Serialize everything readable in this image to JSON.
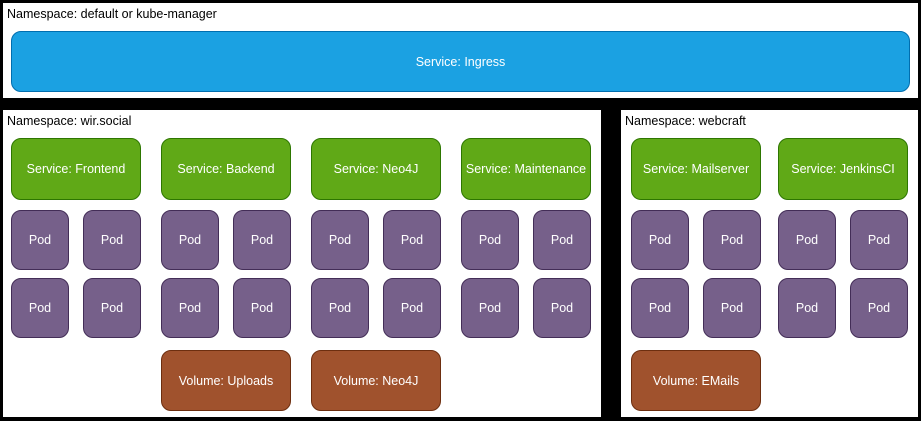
{
  "colors": {
    "canvas_bg": "#000000",
    "section_bg": "#ffffff",
    "label_text": "#000000",
    "box_text": "#ffffff",
    "ingress_fill": "#1BA1E2",
    "ingress_stroke": "#006EAF",
    "service_fill": "#60A917",
    "service_stroke": "#2D7600",
    "pod_fill": "#76608A",
    "pod_stroke": "#432D57",
    "volume_fill": "#A0522D",
    "volume_stroke": "#6D2E0F"
  },
  "sections": {
    "top": {
      "label": "Namespace: default or kube-manager",
      "ingress": {
        "label": "Service: Ingress"
      }
    },
    "wir_social": {
      "label": "Namespace: wir.social",
      "pod_label": "Pod",
      "services": [
        {
          "label": "Service: Frontend",
          "pods_row1": 2,
          "pods_row2": 2
        },
        {
          "label": "Service: Backend",
          "pods_row1": 2,
          "pods_row2": 2
        },
        {
          "label": "Service: Neo4J",
          "pods_row1": 2,
          "pods_row2": 2
        },
        {
          "label": "Service: Maintenance",
          "pods_row1": 2,
          "pods_row2": 2
        }
      ],
      "volumes": [
        {
          "label": "Volume: Uploads",
          "under_service": "Service: Backend"
        },
        {
          "label": "Volume: Neo4J",
          "under_service": "Service: Neo4J"
        }
      ]
    },
    "webcraft": {
      "label": "Namespace: webcraft",
      "pod_label": "Pod",
      "services": [
        {
          "label": "Service: Mailserver",
          "pods_row1": 2,
          "pods_row2": 2
        },
        {
          "label": "Service: JenkinsCI",
          "pods_row1": 2,
          "pods_row2": 2
        }
      ],
      "volumes": [
        {
          "label": "Volume: EMails",
          "under_service": "Service: Mailserver"
        }
      ]
    }
  }
}
